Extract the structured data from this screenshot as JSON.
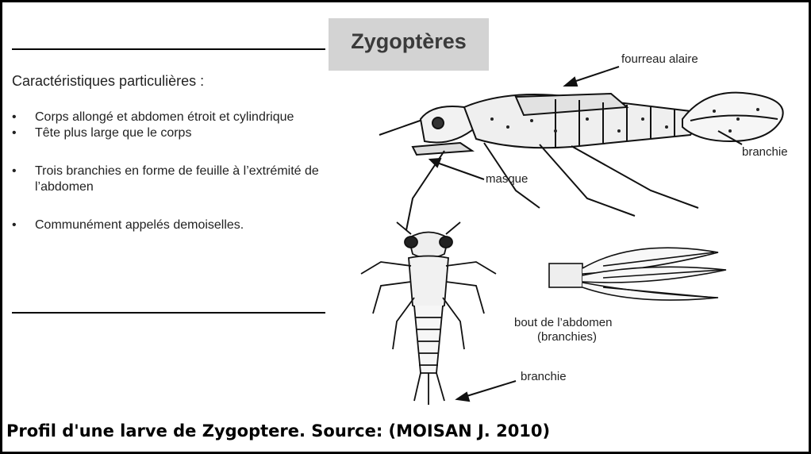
{
  "title": "Zygoptères",
  "subtitle": "Caractéristiques particulières :",
  "bullets": [
    {
      "marker": "•",
      "text": "Corps allongé et abdomen étroit et cylindrique"
    },
    {
      "marker": "•",
      "text": "Tête plus large que le corps"
    },
    {
      "marker": "•",
      "text": "Trois branchies en forme de feuille à l’extrémité de l’abdomen"
    },
    {
      "marker": "•",
      "text": "Communément appelés demoiselles."
    }
  ],
  "labels": {
    "fourreau": "fourreau alaire",
    "branchie_side": "branchie",
    "masque": "masque",
    "bout": "bout de l’abdomen",
    "bout_sub": "(branchies)",
    "branchie_dorsal": "branchie"
  },
  "caption": "Profil d'une larve de Zygoptere. Source: (MOISAN J. 2010)",
  "colors": {
    "title_bg": "#d3d3d3",
    "title_text": "#3a3a3a",
    "border": "#000000"
  }
}
